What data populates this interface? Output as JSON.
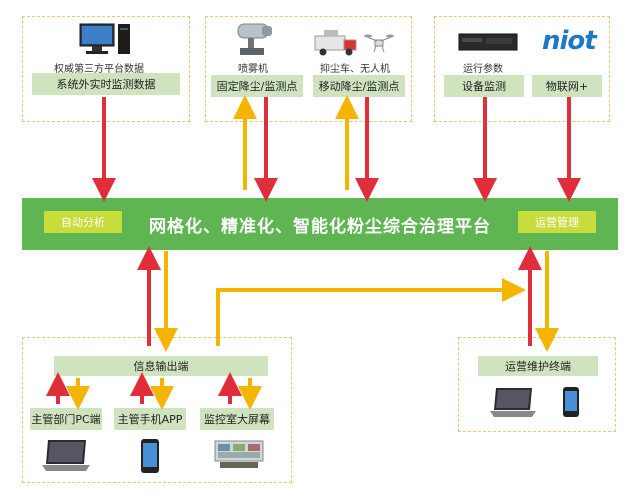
{
  "top": {
    "third_party_caption": "权威第三方平台数据",
    "third_party_box": "系统外实时监测数据",
    "fog_caption": "喷雾机",
    "fixed_box": "固定降尘/监测点",
    "mobile_caption": "抑尘车、无人机",
    "mobile_box": "移动降尘/监测点",
    "params_caption": "运行参数",
    "device_box": "设备监测",
    "iot_logo": "niot",
    "iot_box": "物联网+"
  },
  "platform": {
    "title": "网格化、精准化、智能化粉尘综合治理平台",
    "left_badge": "自动分析",
    "right_badge": "运营管理"
  },
  "bottom": {
    "output_box": "信息输出端",
    "pc_box": "主管部门PC端",
    "app_box": "主管手机APP",
    "screen_box": "监控室大屏幕",
    "ops_box": "运营维护终端"
  },
  "colors": {
    "red": "#e02f3a",
    "yellow": "#f4b400",
    "green": "#5fb552"
  }
}
